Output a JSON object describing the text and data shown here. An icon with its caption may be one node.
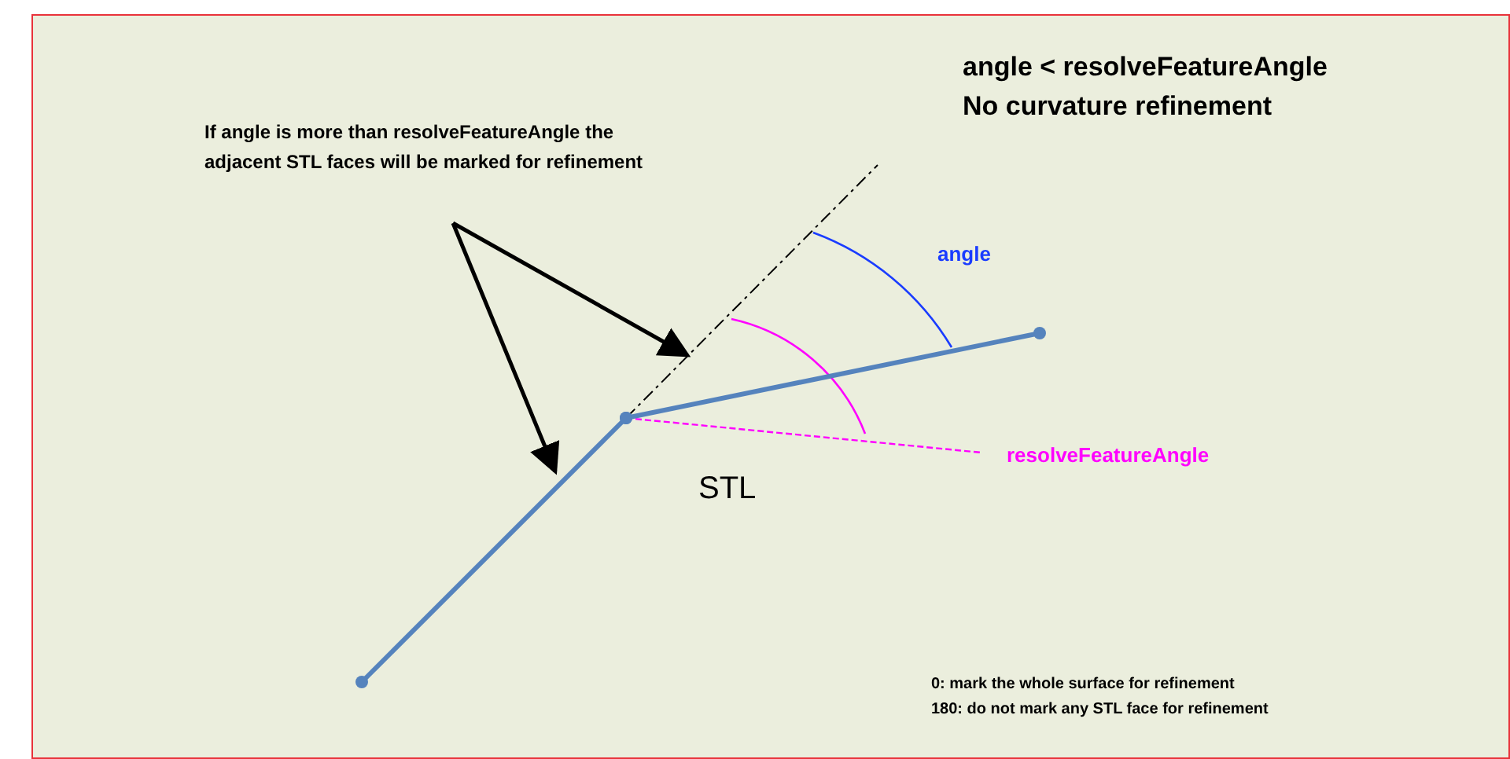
{
  "diagram": {
    "nodes": [
      {
        "text": [
          "If angle is more than resolveFeatureAngle the adjacent STL faces will be marked for refinement"
        ]
      },
      {
        "text": [],
        "shape": "bar"
      },
      {
        "text": [],
        "shape": "bar"
      }
    ],
    "edges": [
      {
        "from": 0,
        "to": 1,
        "arrow": "to"
      },
      {
        "from": 0,
        "to": 2,
        "arrow": "to"
      }
    ],
    "labels": [
      "angle < resolveFeatureAngle",
      "No curvature refinement",
      "angle",
      "resolveFeatureAngle",
      "STL",
      "0: mark the whole surface for refinement",
      "180: do not mark any STL face for refinement"
    ]
  }
}
